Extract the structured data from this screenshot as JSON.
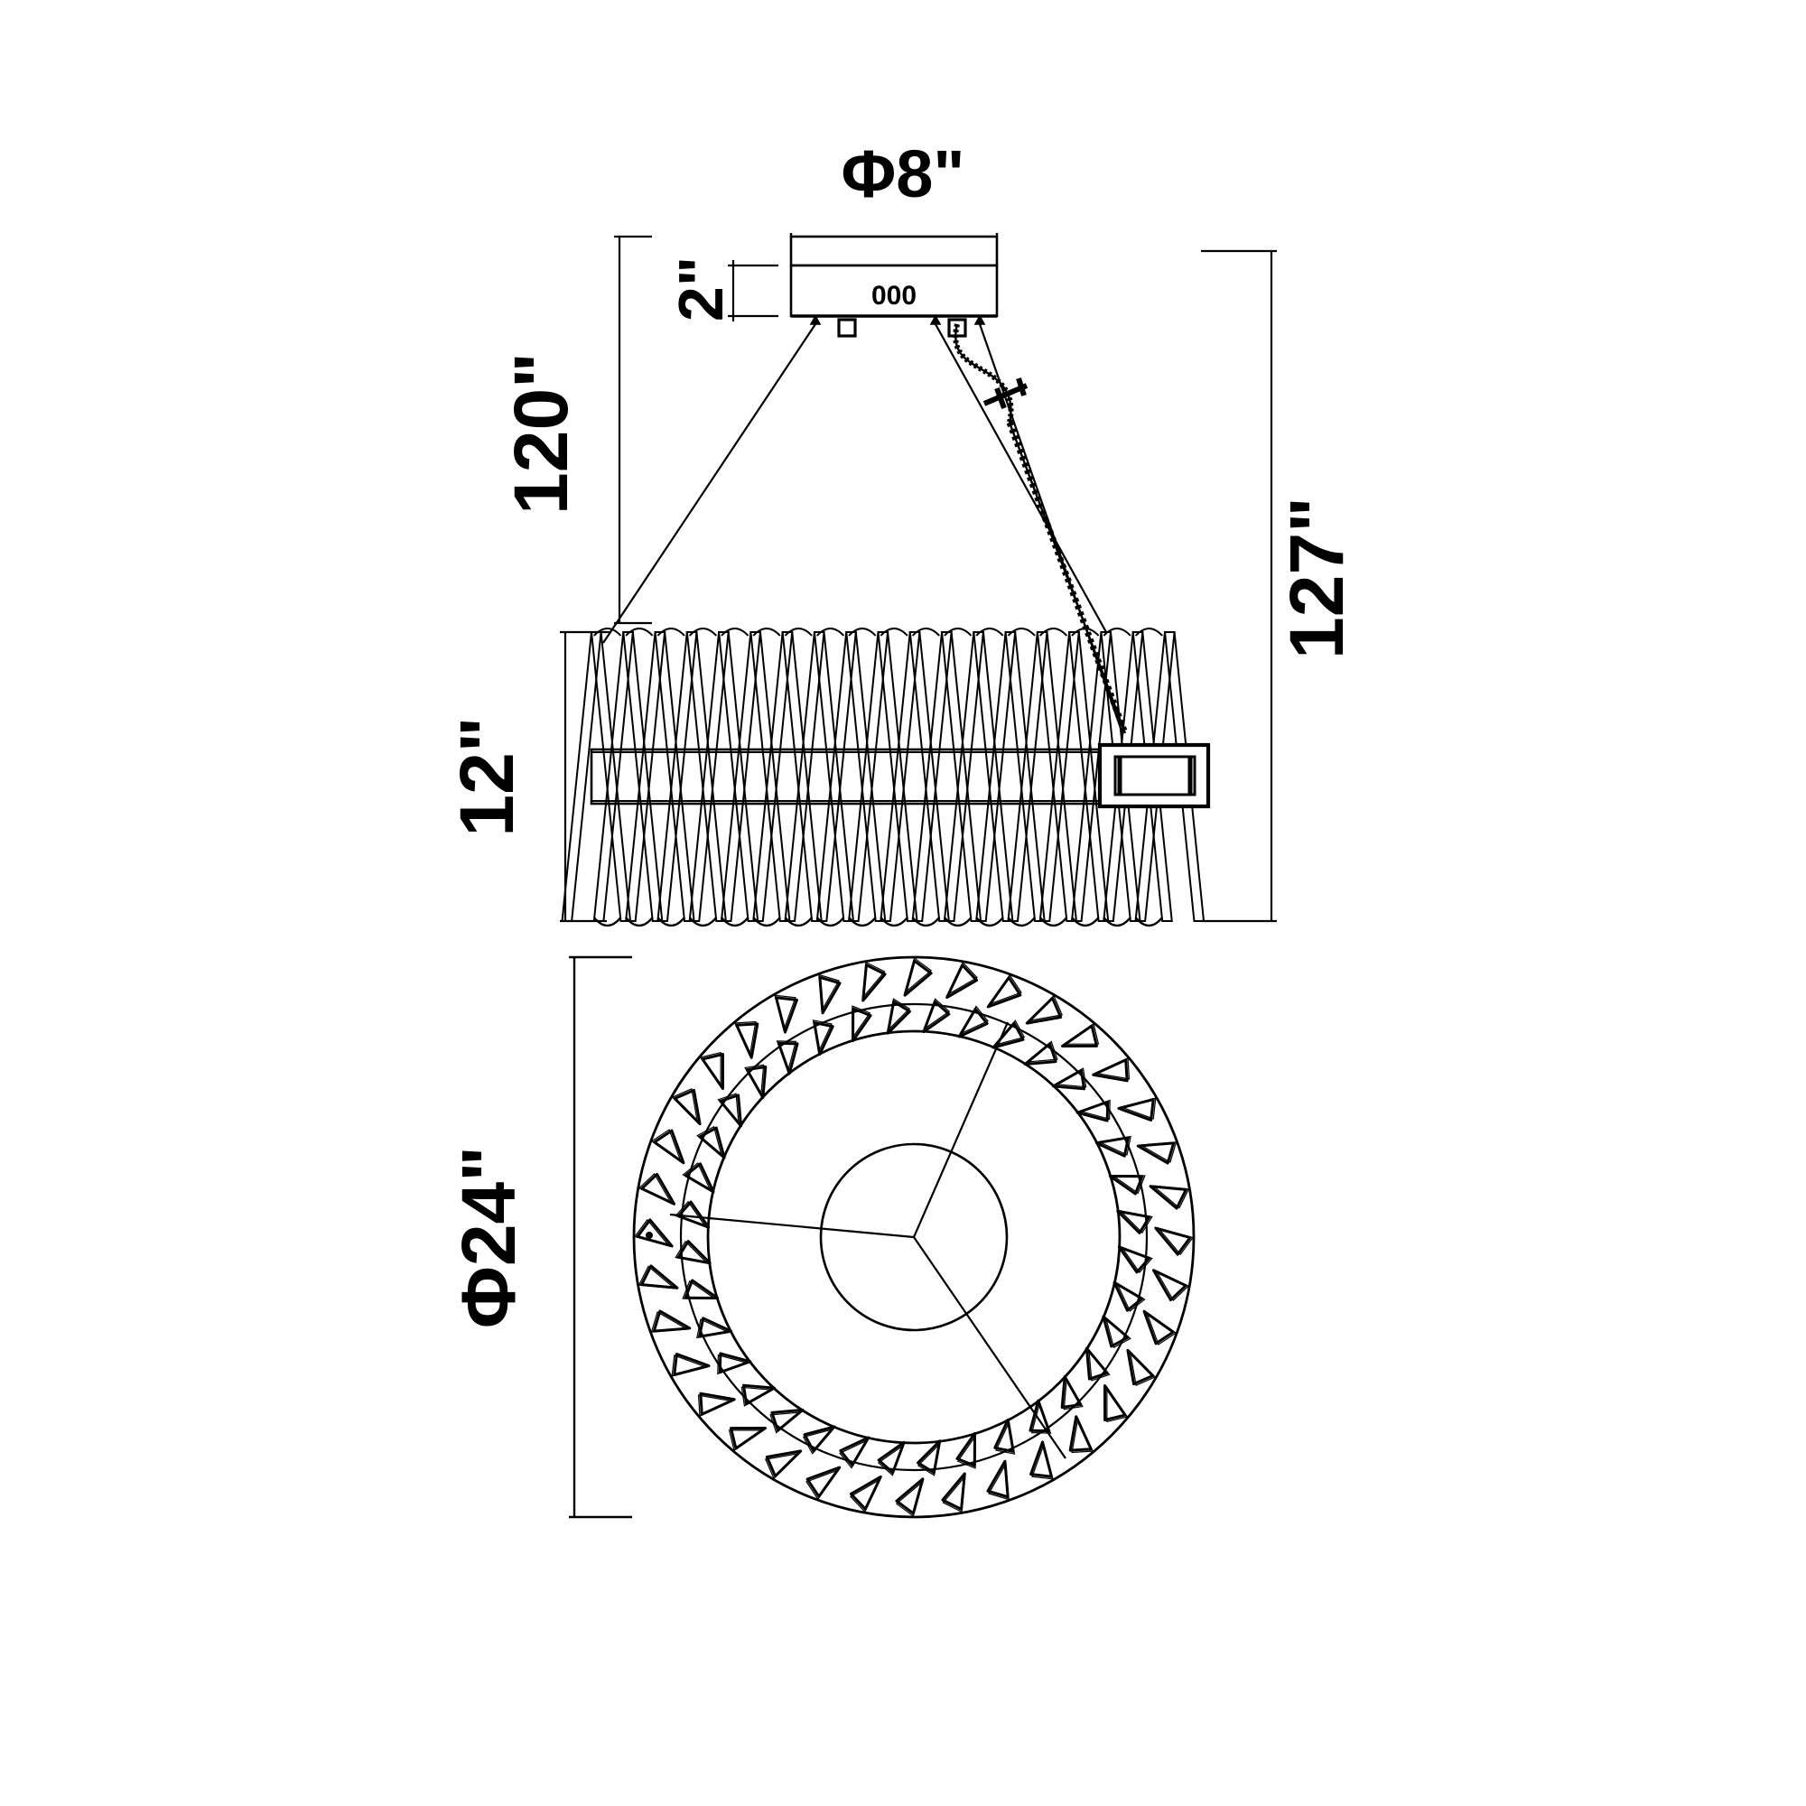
{
  "drawing": {
    "type": "technical-dimension-drawing",
    "product": "ring pendant chandelier",
    "units": "inches",
    "background_color": "#ffffff",
    "line_color": "#000000",
    "views": [
      {
        "id": "elevation",
        "name": "front elevation view"
      },
      {
        "id": "plan",
        "name": "top plan view"
      }
    ]
  },
  "dimensions": {
    "canopy_diameter": {
      "label": "Φ8\"",
      "value": 8,
      "symbol": "Φ",
      "orientation": "horizontal",
      "position": "above-canopy"
    },
    "canopy_height": {
      "label": "2\"",
      "value": 2,
      "orientation": "vertical-rotated",
      "position": "left-of-canopy"
    },
    "suspension_drop": {
      "label": "120\"",
      "value": 120,
      "orientation": "vertical-rotated",
      "position": "left-upper"
    },
    "shade_height": {
      "label": "12\"",
      "value": 12,
      "orientation": "vertical-rotated",
      "position": "left-lower"
    },
    "overall_height": {
      "label": "127\"",
      "value": 127,
      "orientation": "vertical-rotated",
      "position": "right"
    },
    "shade_diameter": {
      "label": "Φ24\"",
      "value": 24,
      "symbol": "Φ",
      "orientation": "vertical-rotated",
      "position": "left-of-plan"
    }
  },
  "components": {
    "canopy": {
      "name": "ceiling canopy",
      "detail_marking": "000"
    },
    "cables": {
      "name": "suspension cables",
      "count": 3
    },
    "power_cord": {
      "name": "power cord with cable gripper"
    },
    "shade": {
      "name": "crystal lattice ring shade"
    },
    "bracket": {
      "name": "side mounting bracket"
    },
    "plan_ring": {
      "name": "crystal ring plan outline",
      "wedge_count": 36
    }
  }
}
